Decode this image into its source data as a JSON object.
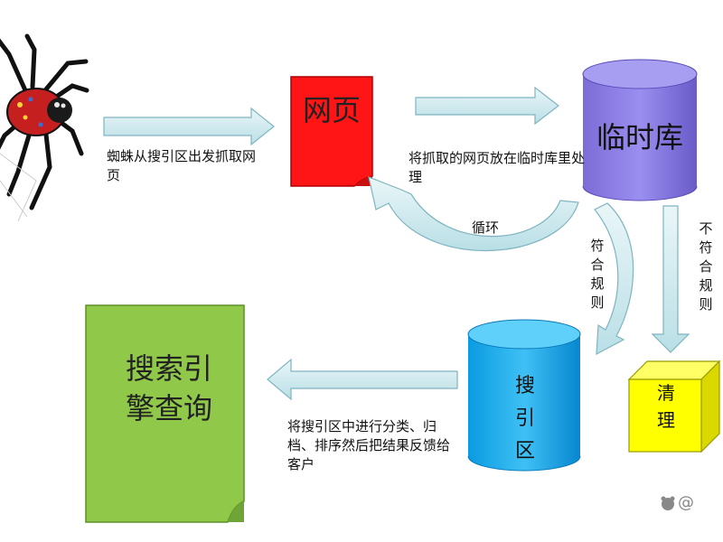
{
  "nodes": {
    "webpage": "网页",
    "temp_db": "临时库",
    "index_db": "搜引区",
    "clean": "清理",
    "query": "搜索引擎查询"
  },
  "labels": {
    "spider_fetch": "蜘蛛从搜引区出发抓取网页",
    "put_temp": "将抓取的网页放在临时库里处理",
    "loop": "循环",
    "match": "符合规则",
    "not_match": "不符合规则",
    "classify": "将搜引区中进行分类、归档、排序然后把结果反馈给客户"
  },
  "watermark": "@"
}
